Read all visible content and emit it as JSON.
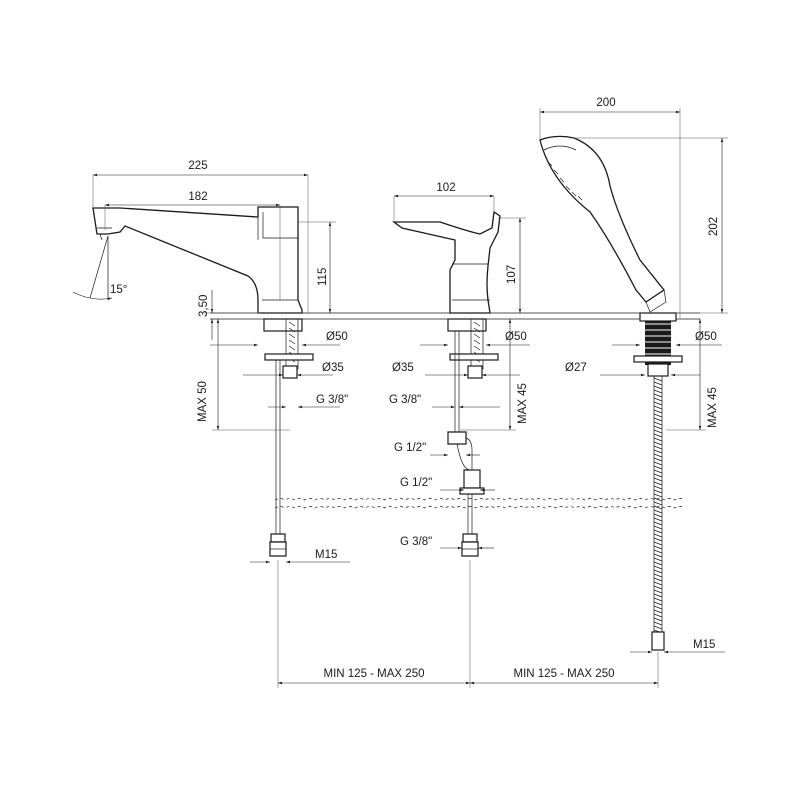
{
  "dimensions": {
    "spout_total": "225",
    "spout_reach": "182",
    "angle": "15°",
    "deck_gap": "3,50",
    "spout_height": "115",
    "max50": "MAX 50",
    "d50_a": "Ø50",
    "d35_a": "Ø35",
    "g38_a": "G 3/8\"",
    "m15_a": "M15",
    "mixer_width": "102",
    "mixer_height": "107",
    "d50_b": "Ø50",
    "d35_b": "Ø35",
    "g38_b": "G 3/8\"",
    "max45_b": "MAX 45",
    "g12_a": "G 1/2\"",
    "g12_b": "G 1/2\"",
    "g38_c": "G 3/8\"",
    "shower_width": "200",
    "shower_height": "202",
    "d50_c": "Ø50",
    "d27": "Ø27",
    "max45_c": "MAX 45",
    "m15_b": "M15",
    "span_left": "MIN 125 - MAX 250",
    "span_right": "MIN 125 - MAX 250"
  },
  "colors": {
    "line": "#1a1a1a",
    "background": "#ffffff"
  }
}
